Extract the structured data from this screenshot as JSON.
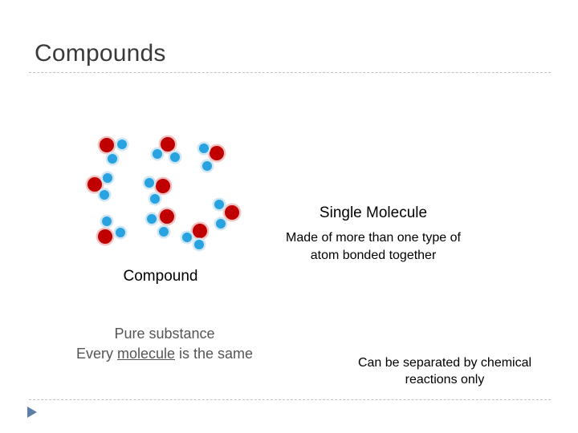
{
  "slide": {
    "title": "Compounds"
  },
  "labels": {
    "single_molecule_title": "Single Molecule",
    "single_molecule_desc_line1": "Made of more than one type of",
    "single_molecule_desc_line2": "atom bonded together",
    "compound": "Compound",
    "pure_substance_line1": "Pure substance",
    "pure_substance_line2_pre": "Every ",
    "pure_substance_line2_underlined": "molecule",
    "pure_substance_line2_post": " is the same",
    "separated_line1": "Can be separated by chemical",
    "separated_line2": "reactions only"
  },
  "colors": {
    "title_text": "#3a3a3a",
    "rule": "#b9c4cc",
    "red_atom": "#c00000",
    "blue_atom": "#29a3e0",
    "atom_glow": "#f0c8c8",
    "bullet": "#5b7fa6"
  },
  "icons": {
    "molecule_illustration": "water-molecules-icon",
    "bullet": "triangle-bullet-icon"
  }
}
